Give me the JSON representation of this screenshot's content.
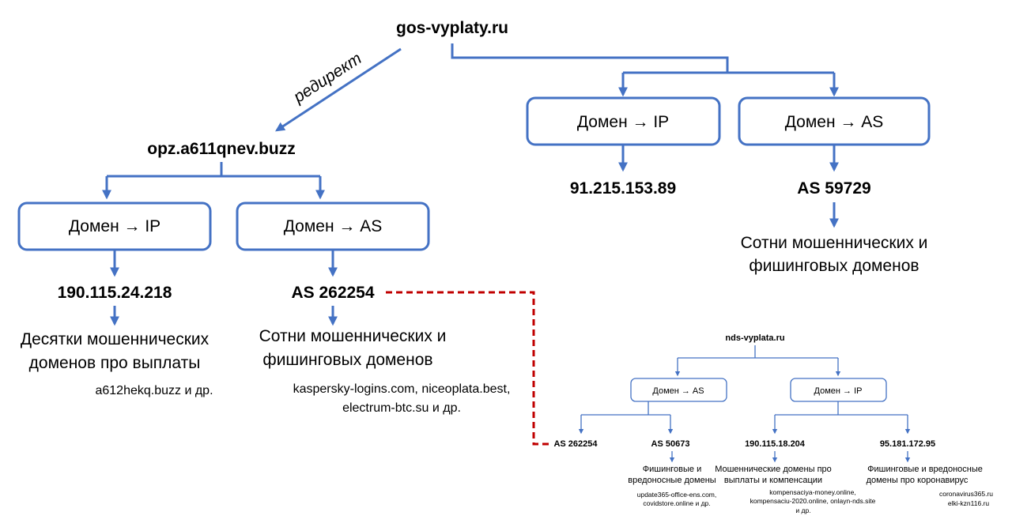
{
  "main": {
    "root_domain": "gos-vyplaty.ru",
    "redirect_label": "редирект",
    "redirect_domain": "opz.a611qnev.buzz",
    "left": {
      "box_ip": "Домен → IP",
      "box_as": "Домен → AS",
      "ip": "190.115.24.218",
      "as": "AS 262254",
      "ip_desc_line1": "Десятки мошеннических",
      "ip_desc_line2": "доменов про выплаты",
      "ip_examples": "a612hekq.buzz и др.",
      "as_desc_line1": "Сотни мошеннических и",
      "as_desc_line2": "фишинговых доменов",
      "as_examples_line1": "kaspersky-logins.com, niceoplata.best,",
      "as_examples_line2": "electrum-btc.su и др."
    },
    "right": {
      "box_ip": "Домен → IP",
      "box_as": "Домен → AS",
      "ip": "91.215.153.89",
      "as": "AS 59729",
      "as_desc_line1": "Сотни мошеннических и",
      "as_desc_line2": "фишинговых доменов"
    }
  },
  "inset": {
    "root_domain": "nds-vyplata.ru",
    "box_as": "Домен → AS",
    "box_ip": "Домен → IP",
    "as1": "AS 262254",
    "as2": "AS 50673",
    "ip1": "190.115.18.204",
    "ip2": "95.181.172.95",
    "as2_desc_line1": "Фишинговые и",
    "as2_desc_line2": "вредоносные домены",
    "as2_examples_line1": "update365-office-ens.com,",
    "as2_examples_line2": "covidstore.online и др.",
    "ip1_desc_line1": "Мошеннические домены про",
    "ip1_desc_line2": "выплаты и компенсации",
    "ip1_examples_line1": "kompensaciya-money.online,",
    "ip1_examples_line2": "kompensaciu-2020.online, onlayn-nds.site",
    "ip1_examples_line3": "и др.",
    "ip2_desc_line1": "Фишинговые и вредоносные",
    "ip2_desc_line2": "домены про коронавирус",
    "ip2_examples_line1": "coronavirus365.ru",
    "ip2_examples_line2": "elki-kzn116.ru"
  }
}
